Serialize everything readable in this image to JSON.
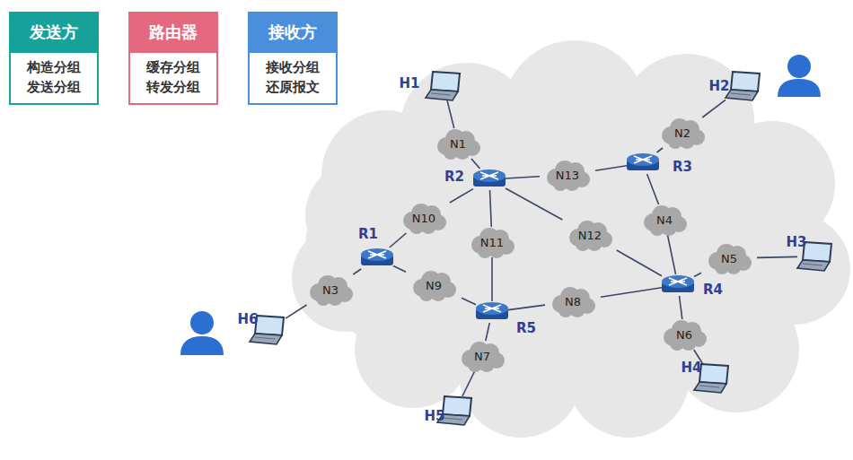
{
  "diagram": {
    "nodes": [
      {
        "text": [
          "发送方",
          "构造分组 发送分组"
        ]
      },
      {
        "text": [
          "路由器",
          "缓存分组 转发分组"
        ]
      },
      {
        "text": [
          "接收方",
          "接收分组 还原报文"
        ]
      },
      {
        "text": [
          "H1"
        ]
      },
      {
        "text": [
          "H2"
        ]
      },
      {
        "text": [
          "N1"
        ]
      },
      {
        "text": [
          "N2"
        ]
      },
      {
        "text": [
          "R2"
        ]
      },
      {
        "text": [
          "N13"
        ]
      },
      {
        "text": [
          "R3"
        ]
      },
      {
        "text": [
          "N10"
        ]
      },
      {
        "text": [
          "N4"
        ]
      },
      {
        "text": [
          "N12"
        ]
      },
      {
        "text": [
          "H3"
        ]
      },
      {
        "text": [
          "R1"
        ]
      },
      {
        "text": [
          "N11"
        ]
      },
      {
        "text": [
          "N5"
        ]
      },
      {
        "text": [
          "N9"
        ]
      },
      {
        "text": [
          "R4"
        ]
      },
      {
        "text": [
          "N3"
        ]
      },
      {
        "text": [
          "N8"
        ]
      },
      {
        "text": [
          "H6"
        ]
      },
      {
        "text": [
          "R5"
        ]
      },
      {
        "text": [
          "N6"
        ]
      },
      {
        "text": [
          "N7"
        ]
      },
      {
        "text": [
          "H4"
        ]
      },
      {
        "text": [
          "H5"
        ]
      }
    ],
    "edges": [
      {
        "from": 3,
        "to": 5,
        "arrow": "none"
      },
      {
        "from": 5,
        "to": 7,
        "arrow": "none"
      },
      {
        "from": 4,
        "to": 6,
        "arrow": "none"
      },
      {
        "from": 6,
        "to": 9,
        "arrow": "none"
      },
      {
        "from": 7,
        "to": 8,
        "arrow": "none"
      },
      {
        "from": 8,
        "to": 9,
        "arrow": "none"
      },
      {
        "from": 9,
        "to": 11,
        "arrow": "none"
      },
      {
        "from": 11,
        "to": 18,
        "arrow": "none"
      },
      {
        "from": 7,
        "to": 12,
        "arrow": "none"
      },
      {
        "from": 12,
        "to": 18,
        "arrow": "none"
      },
      {
        "from": 7,
        "to": 15,
        "arrow": "none"
      },
      {
        "from": 15,
        "to": 22,
        "arrow": "none"
      },
      {
        "from": 7,
        "to": 10,
        "arrow": "none"
      },
      {
        "from": 10,
        "to": 14,
        "arrow": "none"
      },
      {
        "from": 14,
        "to": 17,
        "arrow": "none"
      },
      {
        "from": 17,
        "to": 22,
        "arrow": "none"
      },
      {
        "from": 14,
        "to": 19,
        "arrow": "none"
      },
      {
        "from": 19,
        "to": 21,
        "arrow": "none"
      },
      {
        "from": 22,
        "to": 20,
        "arrow": "none"
      },
      {
        "from": 20,
        "to": 18,
        "arrow": "none"
      },
      {
        "from": 22,
        "to": 24,
        "arrow": "none"
      },
      {
        "from": 24,
        "to": 26,
        "arrow": "none"
      },
      {
        "from": 18,
        "to": 16,
        "arrow": "none"
      },
      {
        "from": 16,
        "to": 13,
        "arrow": "none"
      },
      {
        "from": 18,
        "to": 23,
        "arrow": "none"
      },
      {
        "from": 23,
        "to": 25,
        "arrow": "none"
      }
    ]
  }
}
